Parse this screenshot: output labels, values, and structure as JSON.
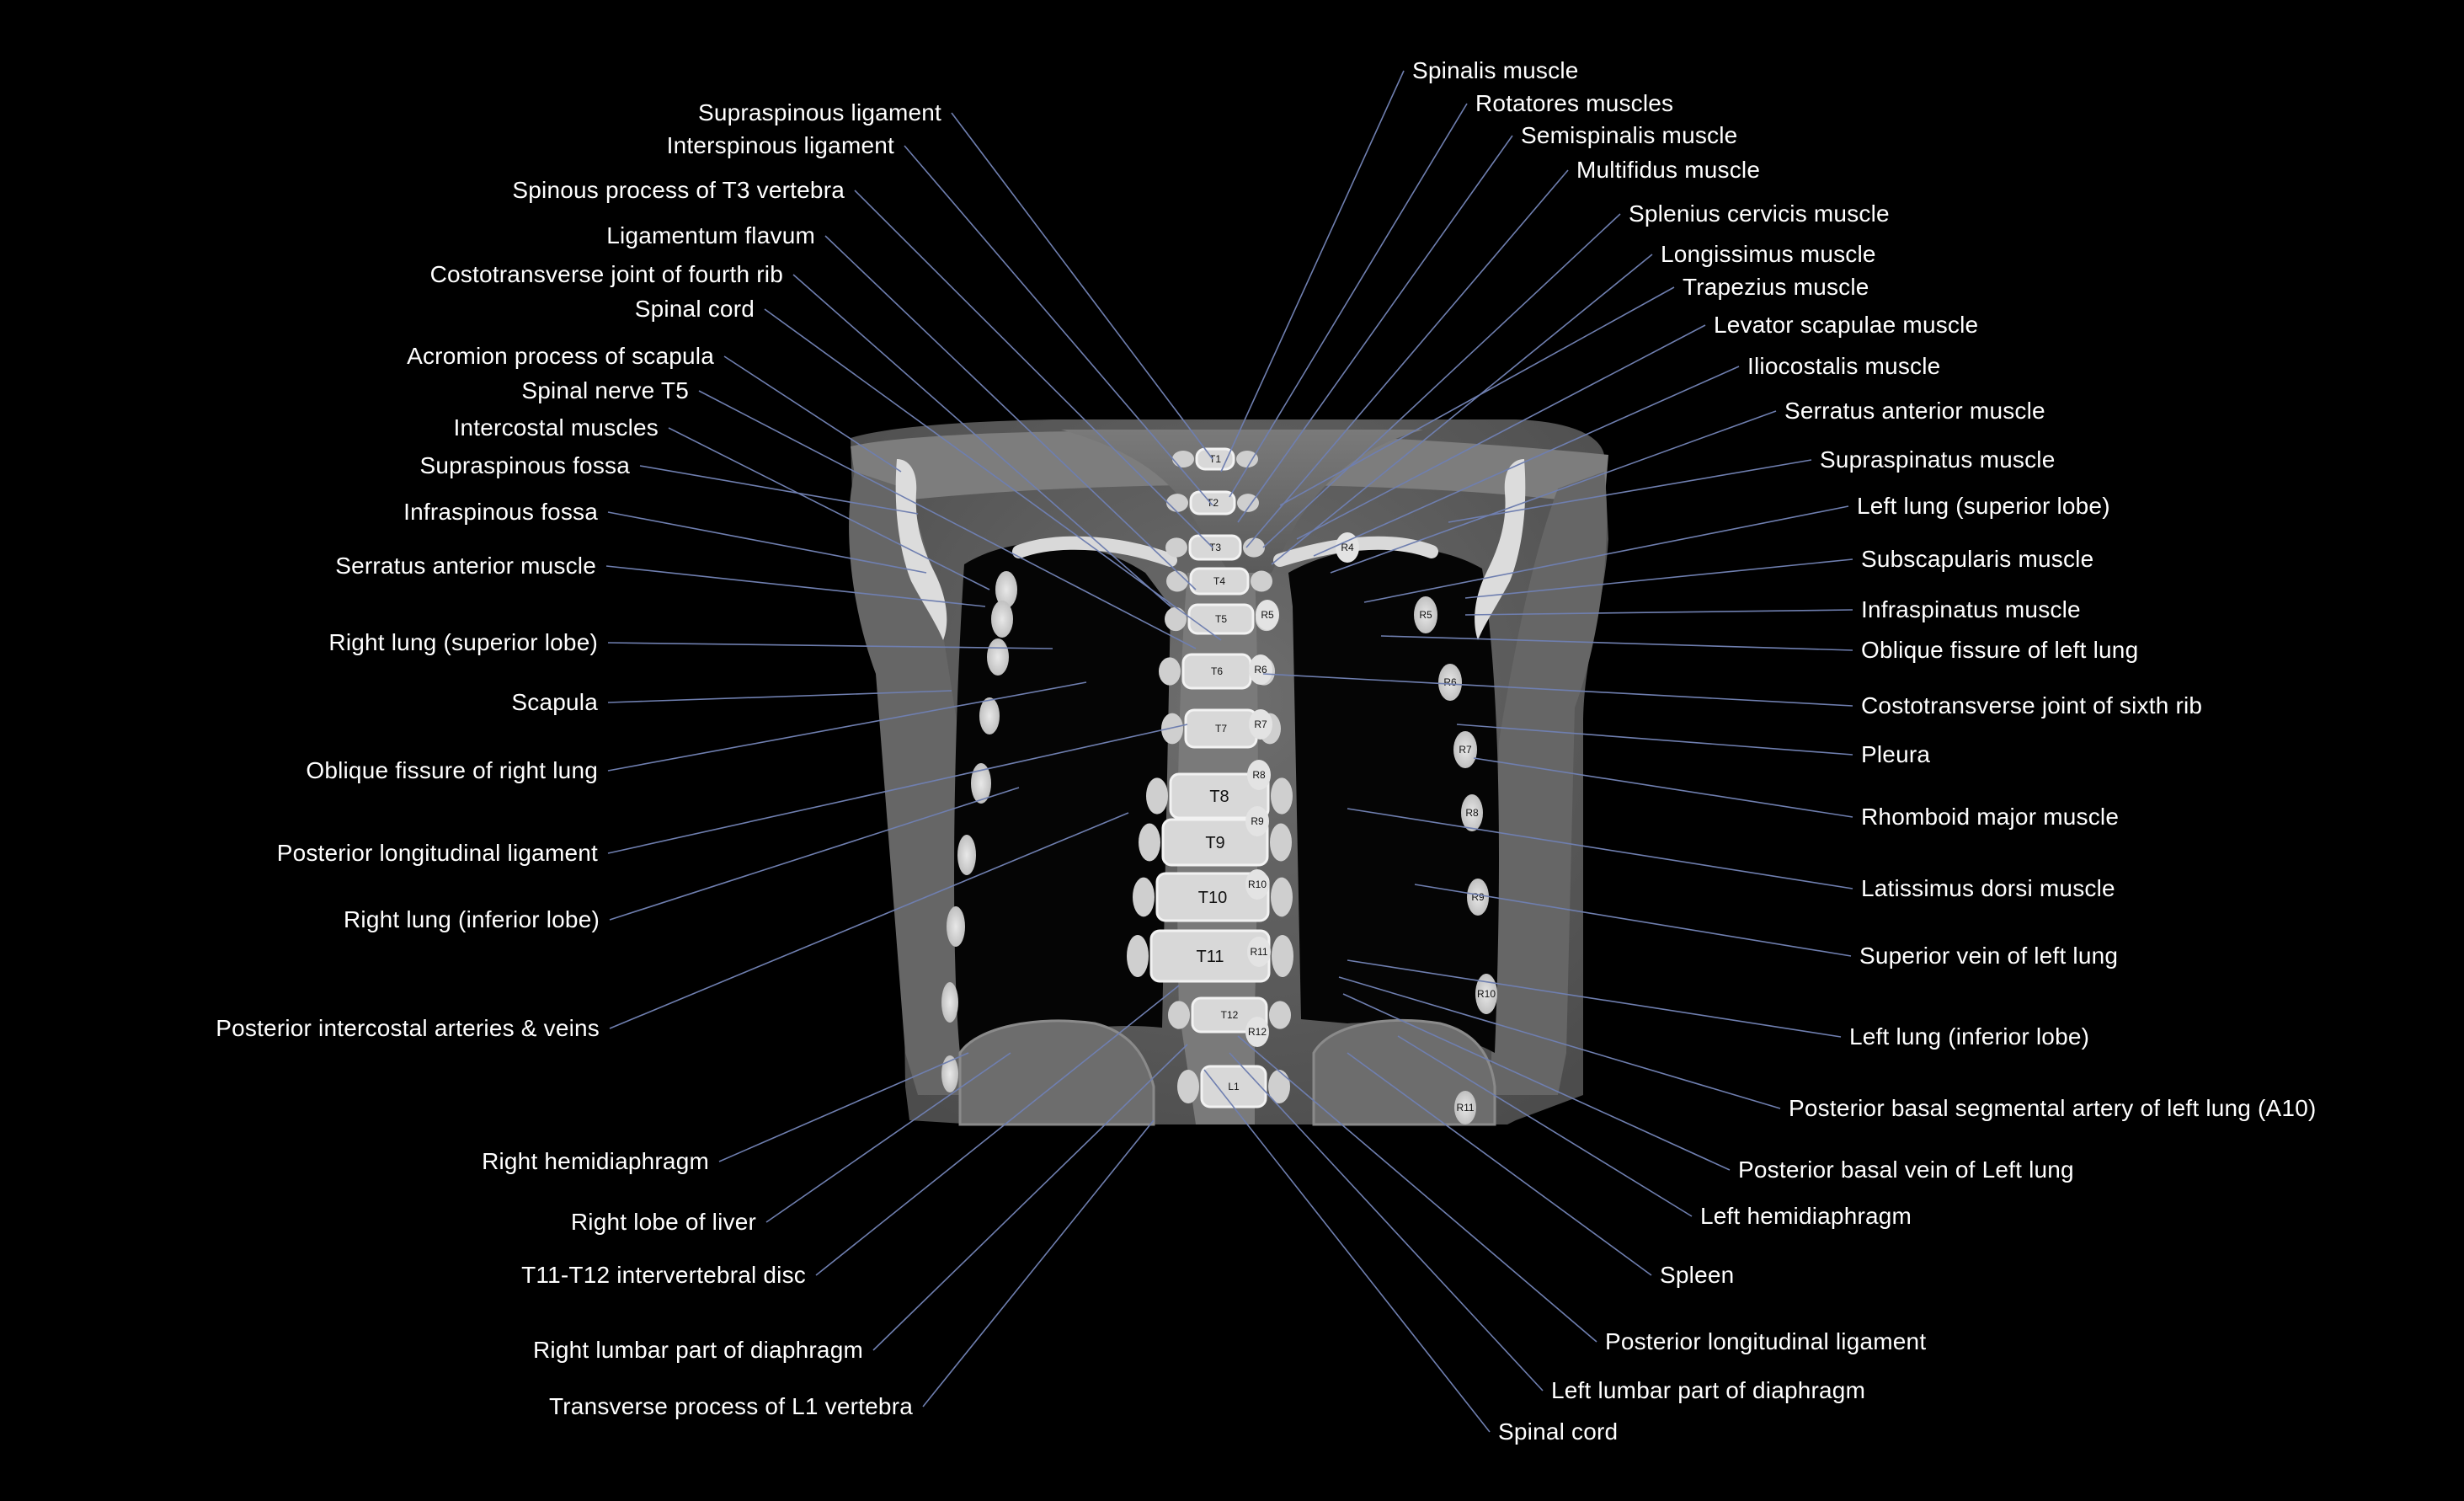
{
  "labels_left": [
    "Supraspinous ligament",
    "Interspinous ligament",
    "Spinous process of T3 vertebra",
    "Ligamentum flavum",
    "Costotransverse joint of fourth rib",
    "Spinal cord",
    "Acromion process of scapula",
    "Spinal nerve T5",
    "Intercostal muscles",
    "Supraspinous fossa",
    "Infraspinous fossa",
    "Serratus anterior muscle",
    "Right lung (superior lobe)",
    "Scapula",
    "Oblique fissure of right lung",
    "Posterior longitudinal ligament",
    "Right lung (inferior lobe)",
    "Posterior intercostal arteries & veins",
    "Right hemidiaphragm",
    "Right lobe of liver",
    "T11-T12 intervertebral disc",
    "Right lumbar part of diaphragm",
    "Transverse process of L1 vertebra"
  ],
  "labels_right": [
    "Spinalis muscle",
    "Rotatores muscles",
    "Semispinalis muscle",
    "Multifidus muscle",
    "Splenius cervicis muscle",
    "Longissimus muscle",
    "Trapezius muscle",
    "Levator scapulae muscle",
    "Iliocostalis muscle",
    "Serratus anterior muscle",
    "Supraspinatus muscle",
    "Left lung (superior lobe)",
    "Subscapularis muscle",
    "Infraspinatus muscle",
    "Oblique fissure of left lung",
    "Costotransverse joint of sixth rib",
    "Pleura",
    "Rhomboid major muscle",
    "Latissimus dorsi muscle",
    "Superior vein of left lung",
    "Left lung (inferior lobe)",
    "Posterior basal segmental artery of left lung (A10)",
    "Posterior basal vein of Left lung",
    "Left hemidiaphragm",
    "Spleen",
    "Posterior longitudinal ligament",
    "Left lumbar part of diaphragm",
    "Spinal cord"
  ],
  "vertebra_labels": [
    "T1",
    "T2",
    "T3",
    "T4",
    "T5",
    "T6",
    "T7",
    "T8",
    "T9",
    "T10",
    "T11",
    "T12",
    "L1"
  ],
  "rib_labels": [
    "R4",
    "R5",
    "R6",
    "R7",
    "R8",
    "R9",
    "R10",
    "R11",
    "R12"
  ],
  "scapula_rib_labels": [
    "R5",
    "R6",
    "R7",
    "R8",
    "R9",
    "R10",
    "R11"
  ],
  "colors": {
    "background": "#000000",
    "label_text": "#ffffff",
    "leader_line": "#6f7fb0"
  }
}
